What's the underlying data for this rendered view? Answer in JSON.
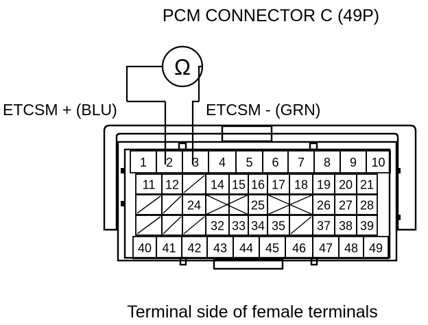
{
  "title": "PCM CONNECTOR C (49P)",
  "meter_symbol": "Ω",
  "leads": {
    "positive": "ETCSM +  (BLU)",
    "negative": "ETCSM -  (GRN)"
  },
  "caption": "Terminal side of female terminals",
  "terminals": {
    "row1": [
      "1",
      "2",
      "3",
      "4",
      "5",
      "6",
      "7",
      "8",
      "9",
      "10"
    ],
    "row2": [
      "11",
      "12",
      "14",
      "15",
      "16",
      "17",
      "18",
      "19",
      "20",
      "21"
    ],
    "row3": [
      "24",
      "25",
      "26",
      "27",
      "28"
    ],
    "row4": [
      "32",
      "33",
      "34",
      "35",
      "37",
      "38",
      "39"
    ],
    "row5": [
      "40",
      "41",
      "42",
      "43",
      "44",
      "45",
      "46",
      "47",
      "48",
      "49"
    ]
  }
}
